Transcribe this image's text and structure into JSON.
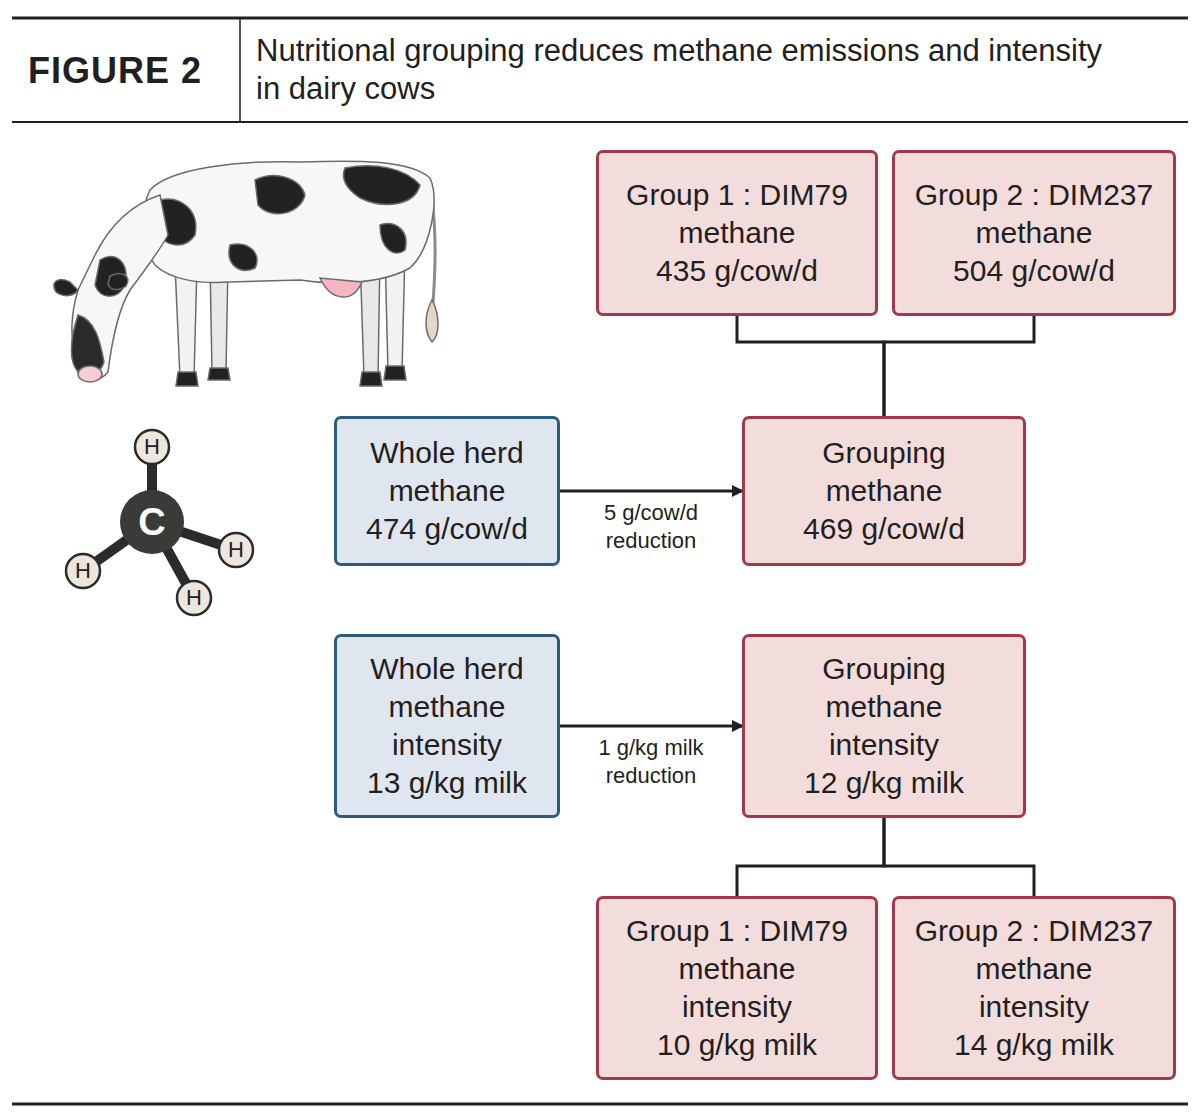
{
  "diagram": {
    "title": "Nutritional grouping reduces methane emissions and intensity in dairy cows",
    "nodes": [
      {
        "text": [
          "Group 1 : DIM79 methane 435 g/cow/d"
        ]
      },
      {
        "text": [
          "Group 2 : DIM237 methane 504 g/cow/d"
        ]
      },
      {
        "text": [
          "Whole herd methane 474 g/cow/d"
        ]
      },
      {
        "text": [
          "Grouping methane 469 g/cow/d"
        ]
      },
      {
        "text": [
          "Whole herd methane intensity 13 g/kg milk"
        ]
      },
      {
        "text": [
          "Grouping methane intensity 12 g/kg milk"
        ]
      },
      {
        "text": [
          "Group 1 : DIM79 methane intensity 10 g/kg milk"
        ]
      },
      {
        "text": [
          "Group 2 : DIM237 methane intensity 14 g/kg milk"
        ]
      }
    ],
    "edges": [
      {
        "from": 0,
        "to": 3,
        "arrow": "none"
      },
      {
        "from": 1,
        "to": 3,
        "arrow": "none"
      },
      {
        "from": 2,
        "to": 3,
        "label": "5 g/cow/d reduction",
        "arrow": "to"
      },
      {
        "from": 4,
        "to": 5,
        "label": "1 g/kg milk reduction",
        "arrow": "to"
      },
      {
        "from": 5,
        "to": 6,
        "arrow": "none"
      },
      {
        "from": 5,
        "to": 7,
        "arrow": "none"
      }
    ],
    "labels": [
      "FIGURE 2",
      "C",
      "H",
      "H",
      "H",
      "H"
    ]
  }
}
